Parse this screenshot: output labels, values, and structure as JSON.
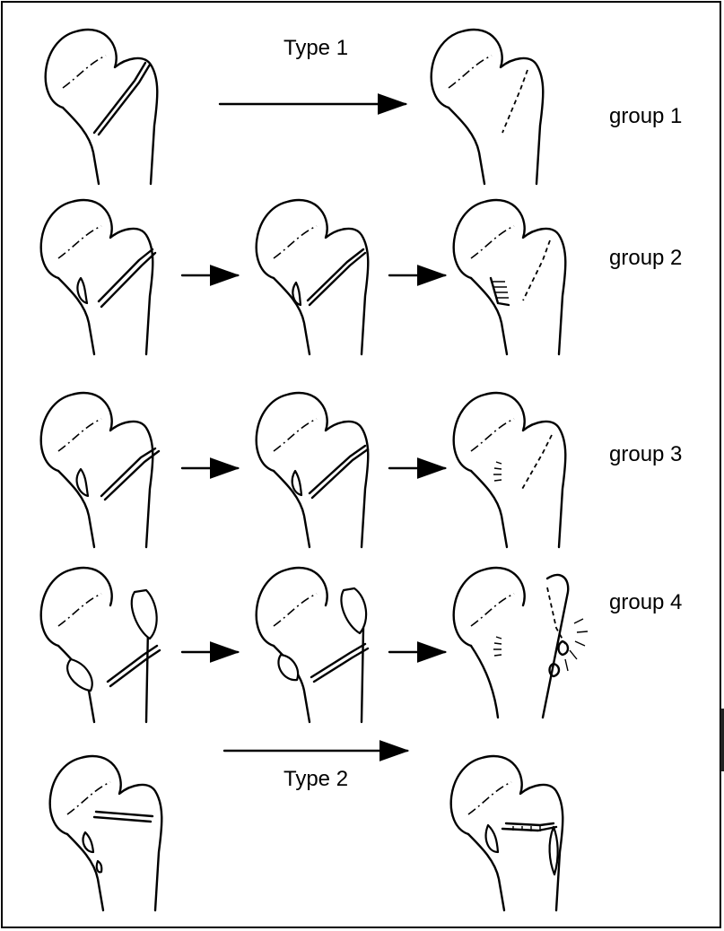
{
  "labels": {
    "type1": "Type 1",
    "type2": "Type 2",
    "group1": "group 1",
    "group2": "group 2",
    "group3": "group 3",
    "group4": "group 4"
  },
  "colors": {
    "ink": "#000000",
    "background": "#ffffff"
  }
}
